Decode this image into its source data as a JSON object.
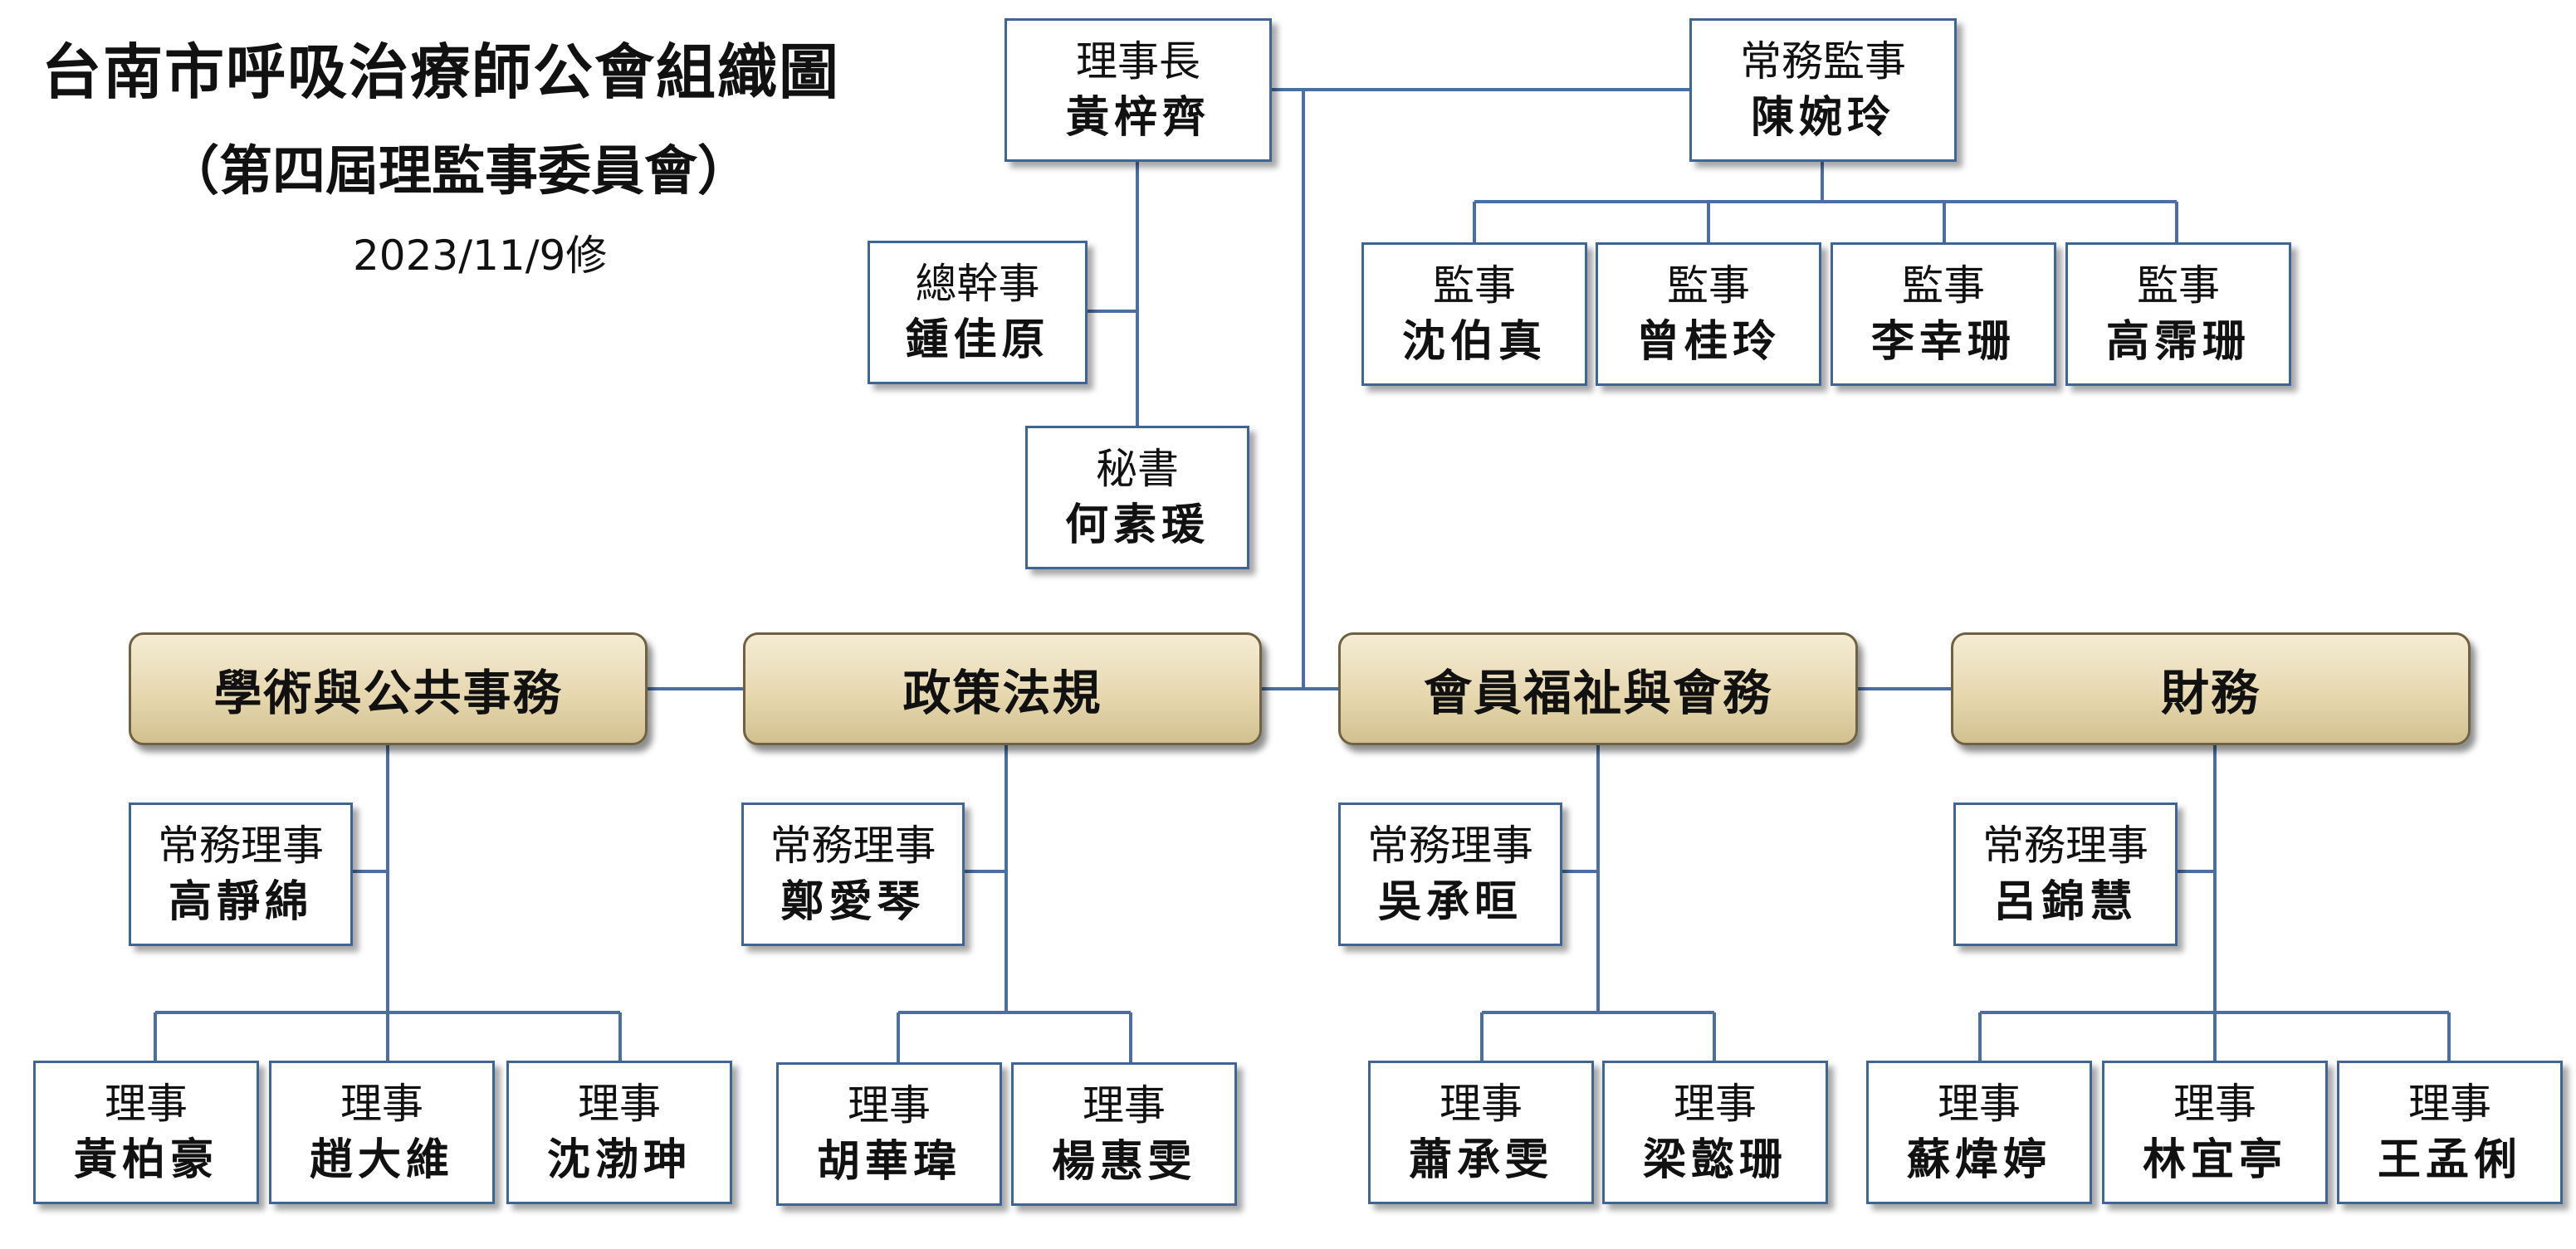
{
  "header": {
    "title": "台南市呼吸治療師公會組織圖",
    "subtitle": "（第四屆理監事委員會）",
    "revision": "2023/11/9修"
  },
  "chairman": {
    "role": "理事長",
    "name": "黃梓齊"
  },
  "executive_supervisor": {
    "role": "常務監事",
    "name": "陳婉玲"
  },
  "supervisors": [
    {
      "role": "監事",
      "name": "沈伯真"
    },
    {
      "role": "監事",
      "name": "曾桂玲"
    },
    {
      "role": "監事",
      "name": "李幸珊"
    },
    {
      "role": "監事",
      "name": "高霈珊"
    }
  ],
  "secretary_general": {
    "role": "總幹事",
    "name": "鍾佳原"
  },
  "secretary": {
    "role": "秘書",
    "name": "何素瑗"
  },
  "departments": [
    {
      "label": "學術與公共事務",
      "head": {
        "role": "常務理事",
        "name": "高靜綿"
      },
      "members": [
        {
          "role": "理事",
          "name": "黃柏豪"
        },
        {
          "role": "理事",
          "name": "趙大維"
        },
        {
          "role": "理事",
          "name": "沈渤珅"
        }
      ]
    },
    {
      "label": "政策法規",
      "head": {
        "role": "常務理事",
        "name": "鄭愛琴"
      },
      "members": [
        {
          "role": "理事",
          "name": "胡華瑋"
        },
        {
          "role": "理事",
          "name": "楊惠雯"
        }
      ]
    },
    {
      "label": "會員福祉與會務",
      "head": {
        "role": "常務理事",
        "name": "吳承晅"
      },
      "members": [
        {
          "role": "理事",
          "name": "蕭承雯"
        },
        {
          "role": "理事",
          "name": "梁懿珊"
        }
      ]
    },
    {
      "label": "財務",
      "head": {
        "role": "常務理事",
        "name": "呂錦慧"
      },
      "members": [
        {
          "role": "理事",
          "name": "蘇煒婷"
        },
        {
          "role": "理事",
          "name": "林宜亭"
        },
        {
          "role": "理事",
          "name": "王孟俐"
        }
      ]
    }
  ],
  "colors": {
    "line": "#4a6fa0",
    "box_border": "#3f6596",
    "dept_fill": "#e7d8b0"
  }
}
